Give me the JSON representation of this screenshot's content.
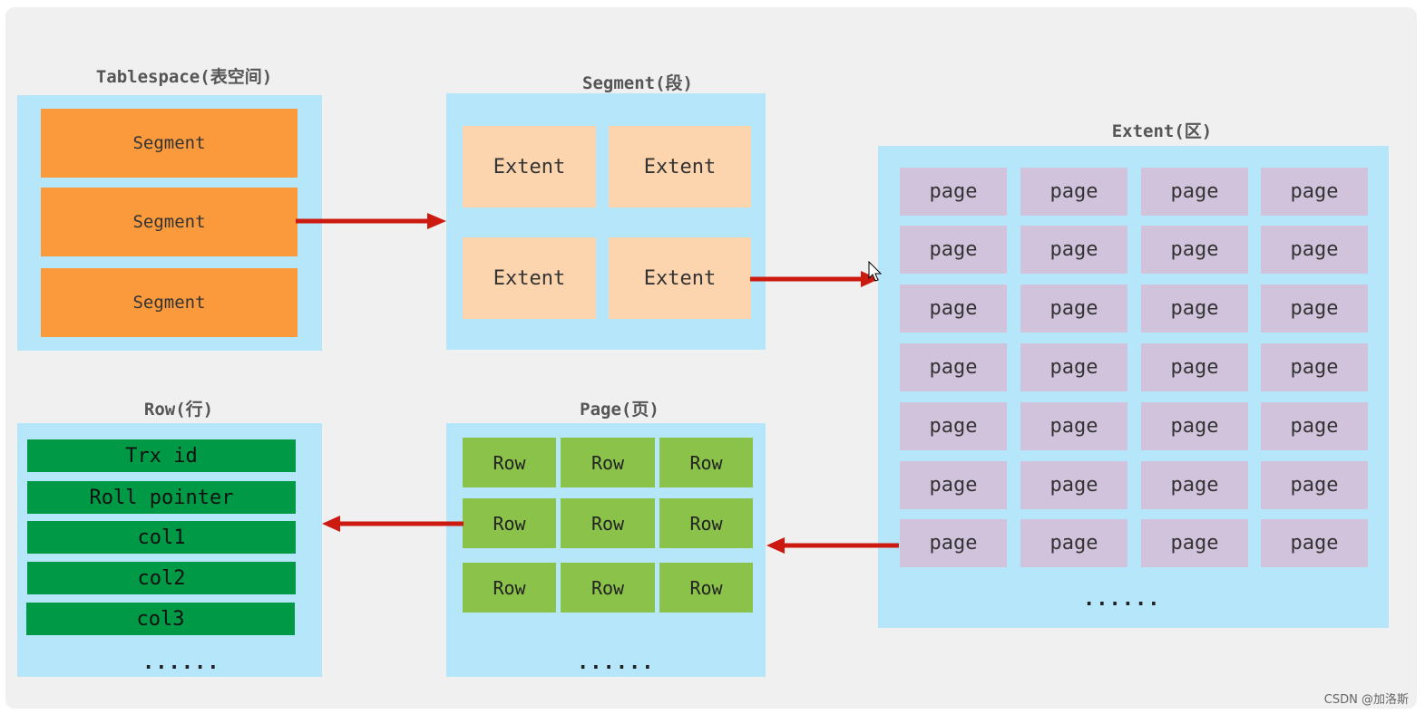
{
  "tablespace": {
    "title": "Tablespace(表空间)",
    "segments": [
      "Segment",
      "Segment",
      "Segment"
    ]
  },
  "segment": {
    "title": "Segment(段)",
    "extents": [
      "Extent",
      "Extent",
      "Extent",
      "Extent"
    ]
  },
  "extent": {
    "title": "Extent(区)",
    "pages": [
      [
        "page",
        "page",
        "page",
        "page"
      ],
      [
        "page",
        "page",
        "page",
        "page"
      ],
      [
        "page",
        "page",
        "page",
        "page"
      ],
      [
        "page",
        "page",
        "page",
        "page"
      ],
      [
        "page",
        "page",
        "page",
        "page"
      ],
      [
        "page",
        "page",
        "page",
        "page"
      ],
      [
        "page",
        "page",
        "page",
        "page"
      ]
    ],
    "ellipsis": "......"
  },
  "page": {
    "title": "Page(页)",
    "rows": [
      [
        "Row",
        "Row",
        "Row"
      ],
      [
        "Row",
        "Row",
        "Row"
      ],
      [
        "Row",
        "Row",
        "Row"
      ]
    ],
    "ellipsis": "......"
  },
  "row": {
    "title": "Row(行)",
    "fields": [
      "Trx id",
      "Roll pointer",
      "col1",
      "col2",
      "col3"
    ],
    "ellipsis": "......"
  },
  "colors": {
    "panel": "#b5e6f9",
    "segment": "#fa9a3c",
    "extent": "#fcd4ad",
    "page": "#d2c3dd",
    "row": "#8bc34a",
    "field": "#009a47",
    "arrow": "#cc1a10"
  },
  "watermark": "CSDN @加洛斯"
}
